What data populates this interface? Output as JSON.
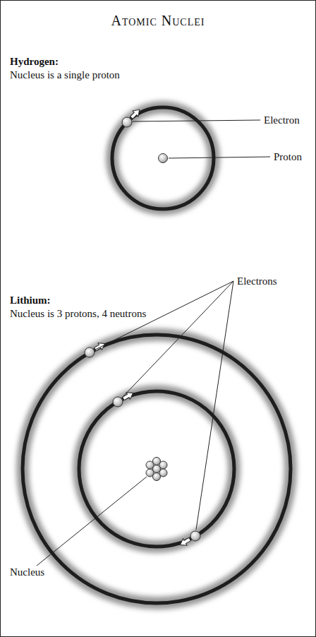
{
  "diagram": {
    "title": "Atomic Nuclei",
    "labels": [
      "Hydrogen:",
      "Nucleus is a single proton",
      "Electron",
      "Proton",
      "Lithium:",
      "Nucleus is 3 protons, 4 neutrons",
      "Electrons",
      "Nucleus"
    ]
  }
}
